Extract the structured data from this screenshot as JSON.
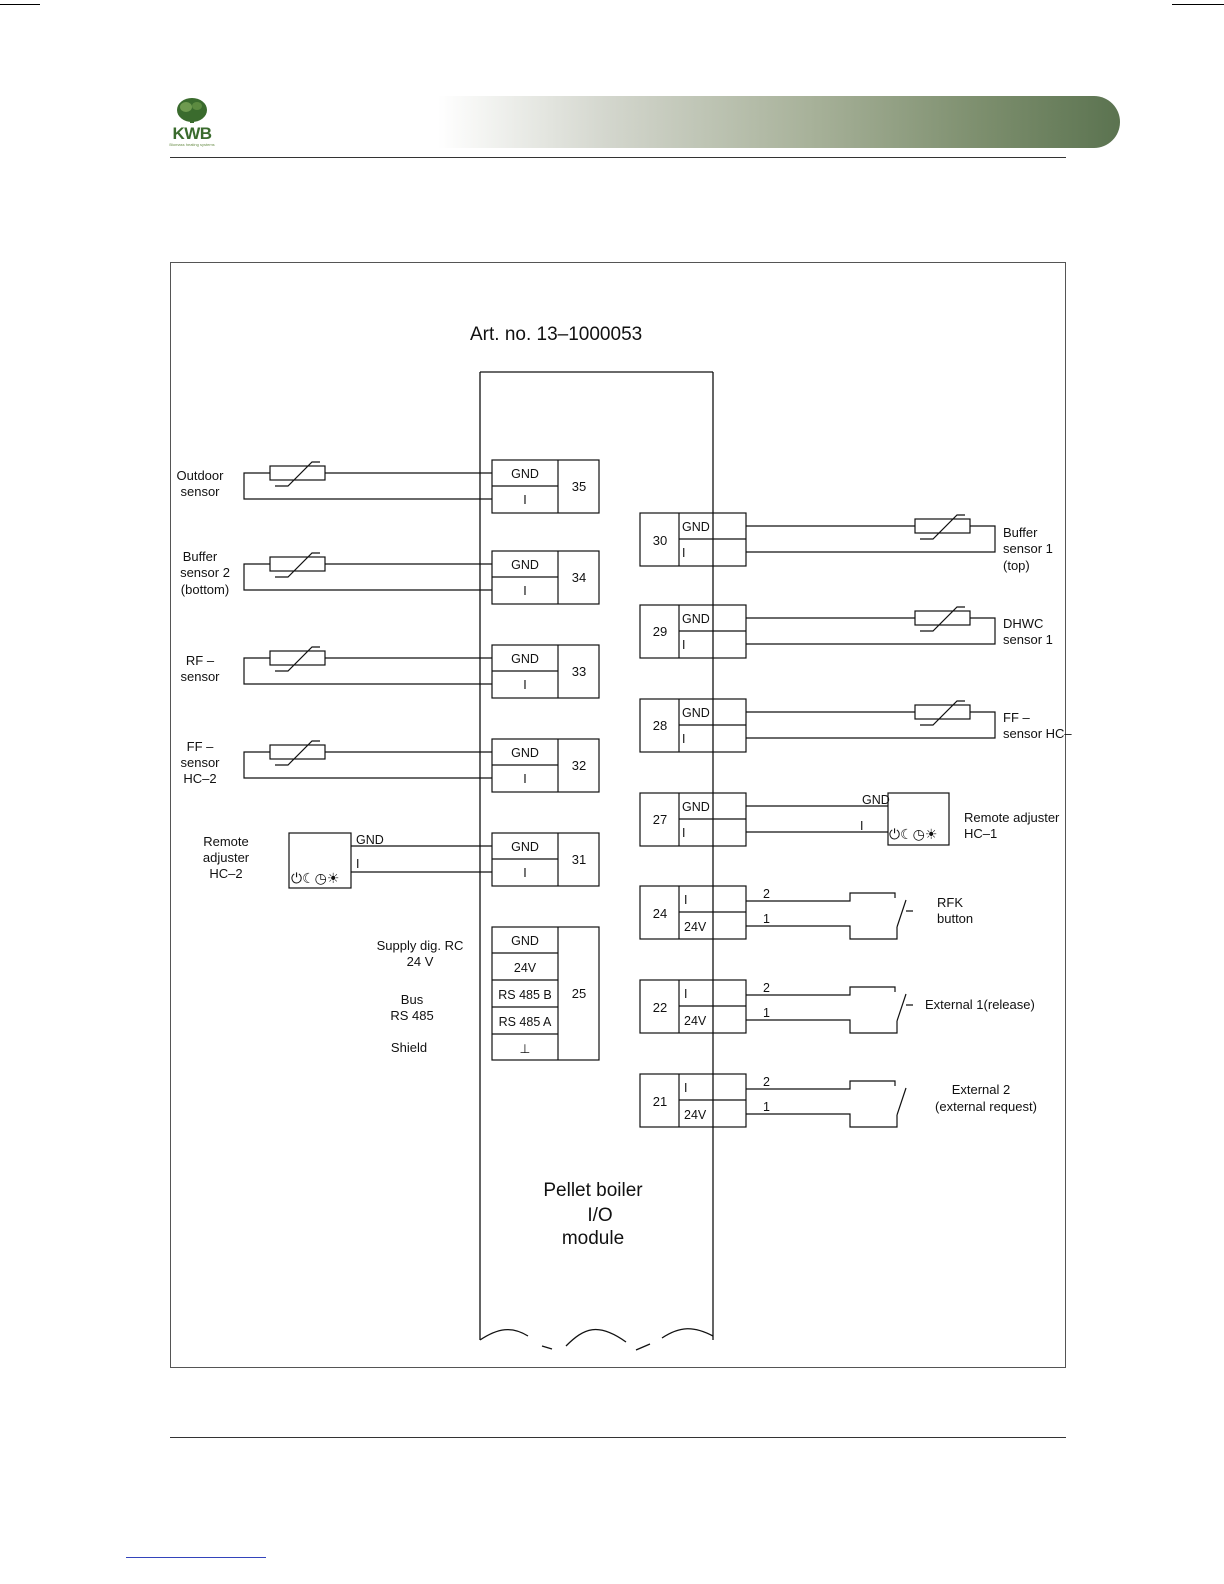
{
  "header": {
    "logo_text": "KWB",
    "logo_tagline": "Biomass heating systems"
  },
  "diagram": {
    "art_no": "Art. no. 13–1000053",
    "module_label": [
      "Pellet boiler",
      "I/O",
      "module"
    ],
    "left_terminals": [
      {
        "num": "35",
        "pins": [
          "GND",
          "I"
        ],
        "device": [
          "Outdoor",
          "sensor"
        ]
      },
      {
        "num": "34",
        "pins": [
          "GND",
          "I"
        ],
        "device": [
          "Buffer",
          "sensor 2",
          "(bottom)"
        ]
      },
      {
        "num": "33",
        "pins": [
          "GND",
          "I"
        ],
        "device": [
          "RF –",
          "sensor"
        ]
      },
      {
        "num": "32",
        "pins": [
          "GND",
          "I"
        ],
        "device": [
          "FF –",
          "sensor",
          "HC–2"
        ]
      },
      {
        "num": "31",
        "pins": [
          "GND",
          "I"
        ],
        "device": [
          "Remote",
          "adjuster",
          "HC–2"
        ],
        "wire_labels": [
          "GND",
          "I"
        ]
      }
    ],
    "bus_terminal": {
      "num": "25",
      "pins": [
        "GND",
        "24V",
        "RS 485 B",
        "RS 485 A",
        "⊥"
      ],
      "labels": [
        "Supply dig. RC",
        "24 V",
        "Bus",
        "RS 485",
        "Shield"
      ]
    },
    "right_terminals": [
      {
        "num": "30",
        "pins": [
          "GND",
          "I"
        ],
        "device": [
          "Buffer",
          "sensor 1",
          "(top)"
        ]
      },
      {
        "num": "29",
        "pins": [
          "GND",
          "I"
        ],
        "device": [
          "DHWC",
          "sensor 1"
        ]
      },
      {
        "num": "28",
        "pins": [
          "GND",
          "I"
        ],
        "device": [
          "FF –",
          "sensor HC–"
        ]
      },
      {
        "num": "27",
        "pins": [
          "GND",
          "I"
        ],
        "device": [
          "Remote adjuster",
          "HC–1"
        ],
        "wire_labels": [
          "GND",
          "I"
        ]
      },
      {
        "num": "24",
        "pins": [
          "I",
          "24V"
        ],
        "device": [
          "RFK",
          "button"
        ],
        "wire_labels": [
          "2",
          "1"
        ]
      },
      {
        "num": "22",
        "pins": [
          "I",
          "24V"
        ],
        "device": [
          "External 1(release)"
        ],
        "wire_labels": [
          "2",
          "1"
        ]
      },
      {
        "num": "21",
        "pins": [
          "I",
          "24V"
        ],
        "device": [
          "External 2",
          "(external request)"
        ],
        "wire_labels": [
          "2",
          "1"
        ]
      }
    ],
    "remote_symbols": "⏻☾◷☀"
  },
  "colors": {
    "logo_green": "#3a6b2d",
    "band_dark": "#5b7350"
  }
}
